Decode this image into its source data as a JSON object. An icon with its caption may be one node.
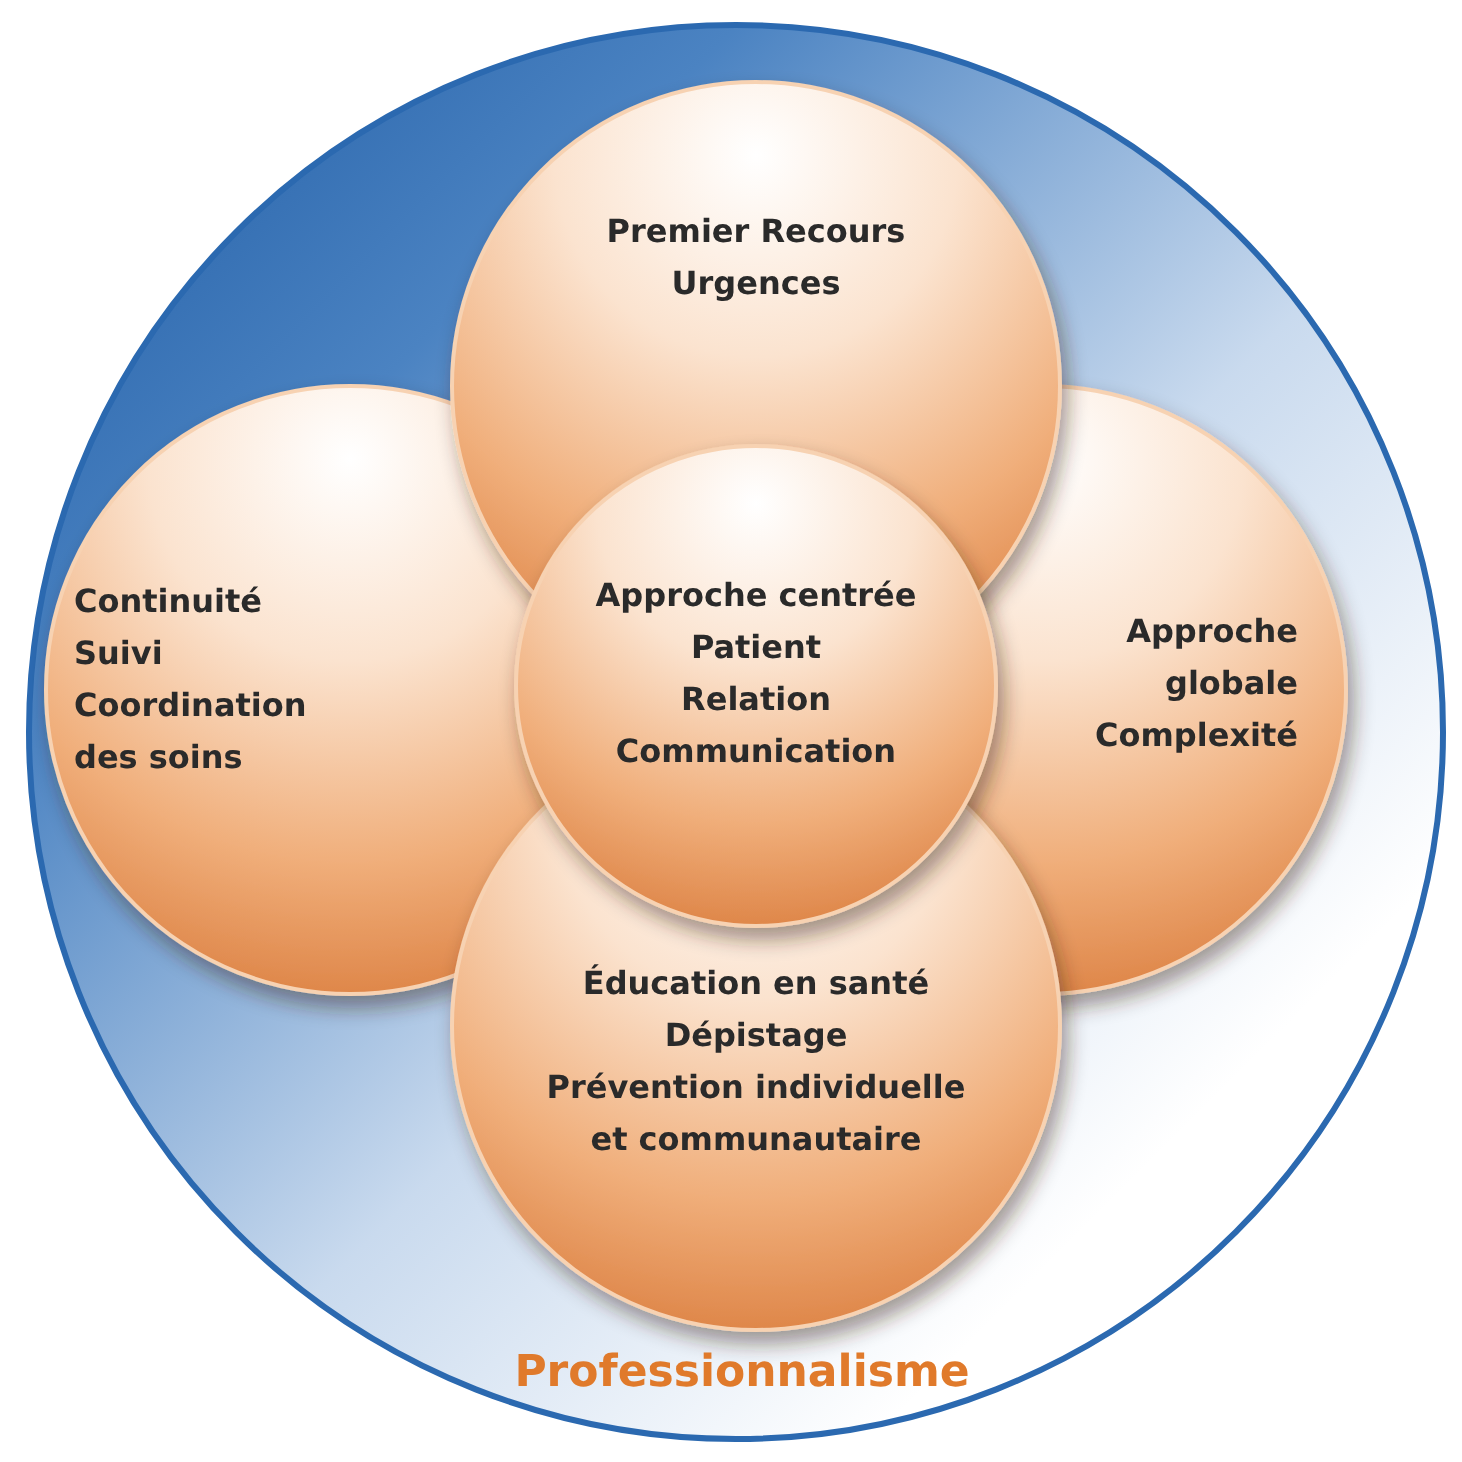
{
  "diagram": {
    "nodes": [
      {
        "text": [
          "Professionnalisme"
        ]
      },
      {
        "text": [
          "Premier Recours",
          "Urgences"
        ],
        "in": 0
      },
      {
        "text": [
          "Continuité",
          "Suivi",
          "Coordination des soins"
        ],
        "in": 0
      },
      {
        "text": [
          "Approche centrée Patient",
          "Relation",
          "Communication"
        ],
        "in": 0
      },
      {
        "text": [
          "Approche globale",
          "Complexité"
        ],
        "in": 0
      },
      {
        "text": [
          "Éducation en santé",
          "Dépistage",
          "Prévention individuelle et communautaire"
        ],
        "in": 0
      }
    ]
  }
}
